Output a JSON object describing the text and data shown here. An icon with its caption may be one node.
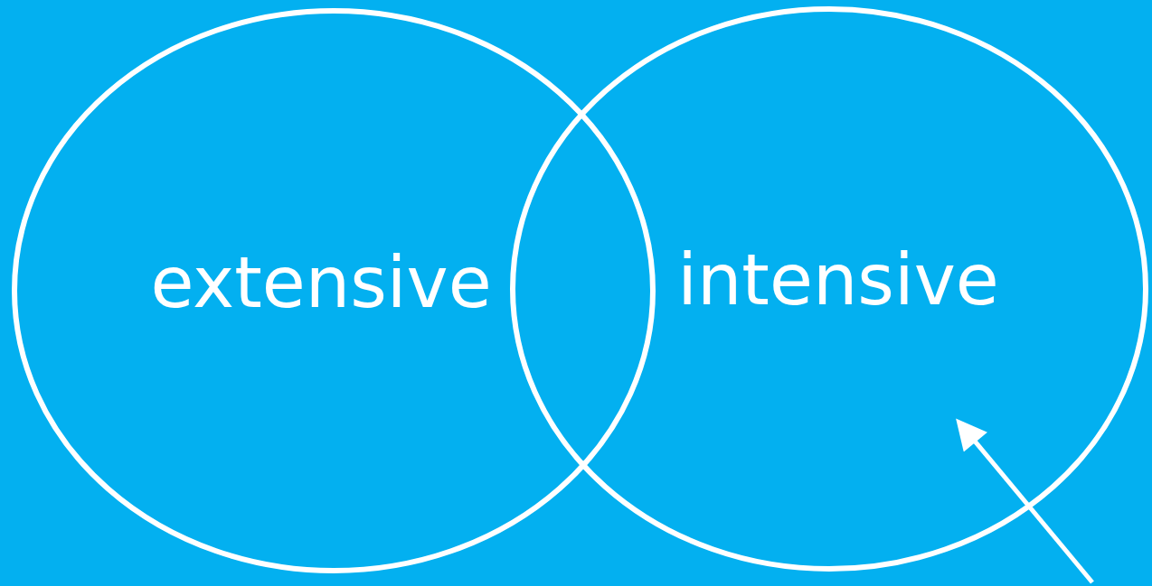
{
  "diagram": {
    "nodes": [
      {
        "text": [
          "extensive"
        ]
      },
      {
        "text": [
          "intensive"
        ]
      }
    ],
    "edges": [
      {
        "from": null,
        "to": 1,
        "arrow": "to"
      }
    ]
  }
}
